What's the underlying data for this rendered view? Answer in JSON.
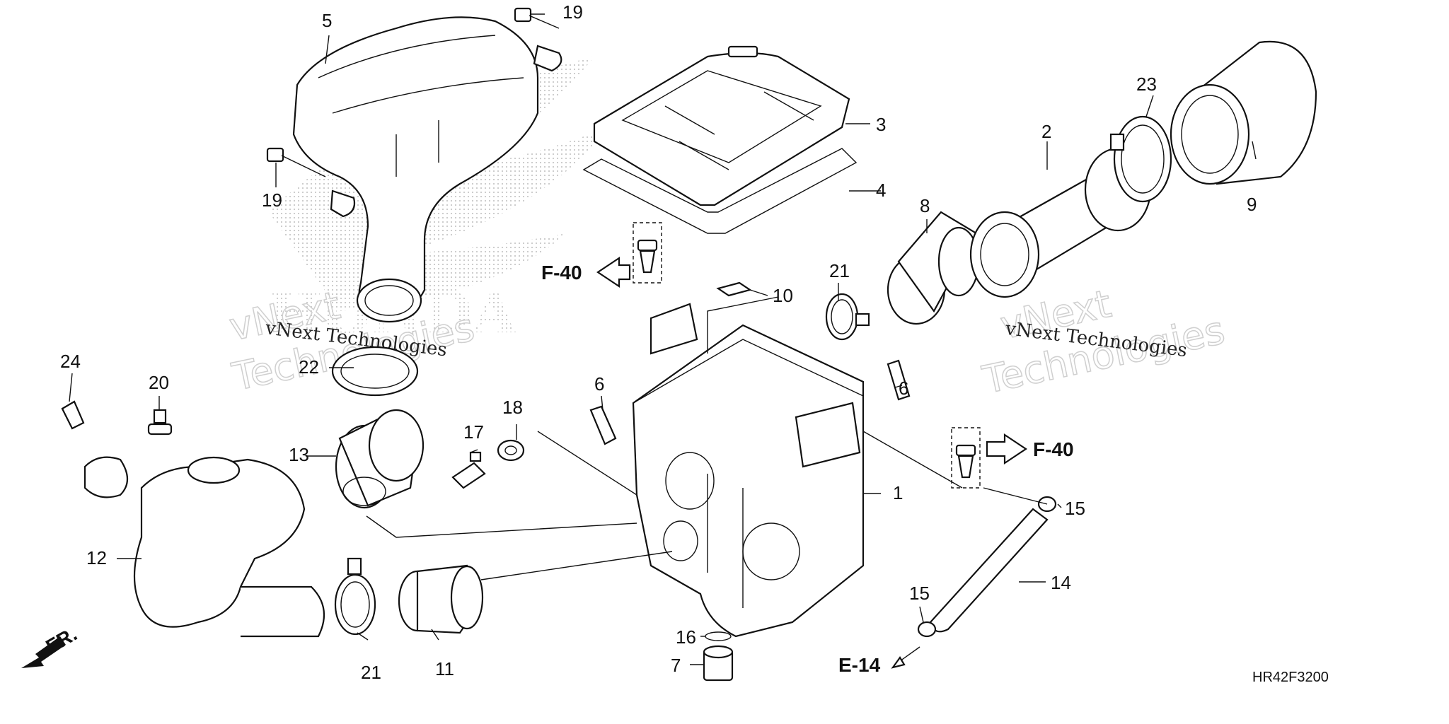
{
  "diagram": {
    "code": "HR42F3200",
    "watermark": {
      "company": "vNext Technologies",
      "word_top": "vNext",
      "word_bottom": "Technologies"
    },
    "refs": {
      "f40_top": "F-40",
      "f40_right": "F-40",
      "e14": "E-14",
      "front": "FR."
    },
    "callouts": {
      "c1": "1",
      "c2": "2",
      "c3": "3",
      "c4": "4",
      "c5": "5",
      "c6a": "6",
      "c6b": "6",
      "c7": "7",
      "c8": "8",
      "c9": "9",
      "c10": "10",
      "c11": "11",
      "c12": "12",
      "c13": "13",
      "c14": "14",
      "c15a": "15",
      "c15b": "15",
      "c16": "16",
      "c17": "17",
      "c18": "18",
      "c19a": "19",
      "c19b": "19",
      "c20": "20",
      "c21a": "21",
      "c21b": "21",
      "c22": "22",
      "c23": "23",
      "c24": "24"
    }
  }
}
